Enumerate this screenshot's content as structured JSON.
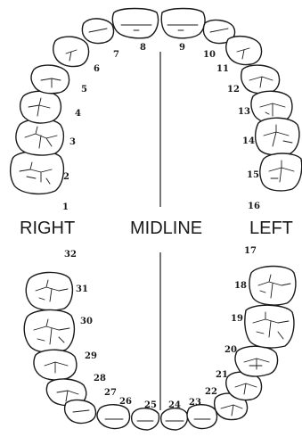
{
  "labels": {
    "right": "RIGHT",
    "midline": "MIDLINE",
    "left": "LEFT"
  },
  "upper_teeth": [
    "1",
    "2",
    "3",
    "4",
    "5",
    "6",
    "7",
    "8",
    "9",
    "10",
    "11",
    "12",
    "13",
    "14",
    "15",
    "16"
  ],
  "lower_teeth": [
    "17",
    "18",
    "19",
    "20",
    "21",
    "22",
    "23",
    "24",
    "25",
    "26",
    "27",
    "28",
    "29",
    "30",
    "31",
    "32"
  ]
}
